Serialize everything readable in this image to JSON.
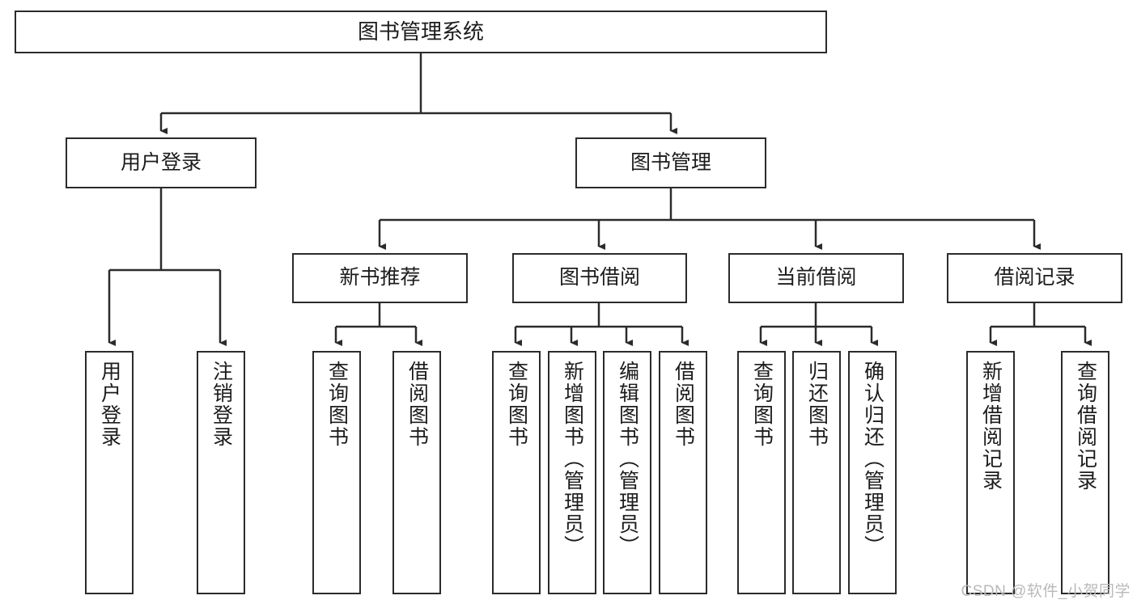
{
  "diagram": {
    "title": "图书管理系统",
    "type": "tree-hierarchy",
    "watermark": "CSDN @软件_小贺同学",
    "colors": {
      "background": "#ffffff",
      "node_border": "#2b2b2b",
      "node_fill": "#ffffff",
      "text": "#1c1c1c",
      "connector": "#2b2b2b",
      "watermark": "#b9b9b9"
    },
    "nodes": {
      "root": {
        "label": "图书管理系统"
      },
      "level2": [
        {
          "id": "user-login",
          "label": "用户登录"
        },
        {
          "id": "book-management",
          "label": "图书管理"
        }
      ],
      "level3": [
        {
          "id": "new-book-recommend",
          "label": "新书推荐"
        },
        {
          "id": "book-borrow",
          "label": "图书借阅"
        },
        {
          "id": "current-borrow",
          "label": "当前借阅"
        },
        {
          "id": "borrow-record",
          "label": "借阅记录"
        }
      ],
      "leaves": [
        {
          "id": "leaf-user-login",
          "label": "用户登录",
          "parent": "user-login"
        },
        {
          "id": "leaf-user-logout",
          "label": "注销登录",
          "parent": "user-login"
        },
        {
          "id": "leaf-query-book-1",
          "label": "查询图书",
          "parent": "new-book-recommend"
        },
        {
          "id": "leaf-borrow-book-1",
          "label": "借阅图书",
          "parent": "new-book-recommend"
        },
        {
          "id": "leaf-query-book-2",
          "label": "查询图书",
          "parent": "book-borrow"
        },
        {
          "id": "leaf-add-book",
          "label": "新增图书（管理员）",
          "parent": "book-borrow"
        },
        {
          "id": "leaf-edit-book",
          "label": "编辑图书（管理员）",
          "parent": "book-borrow"
        },
        {
          "id": "leaf-borrow-book-2",
          "label": "借阅图书",
          "parent": "book-borrow"
        },
        {
          "id": "leaf-query-book-3",
          "label": "查询图书",
          "parent": "current-borrow"
        },
        {
          "id": "leaf-return-book",
          "label": "归还图书",
          "parent": "current-borrow"
        },
        {
          "id": "leaf-confirm-return",
          "label": "确认归还（管理员）",
          "parent": "current-borrow"
        },
        {
          "id": "leaf-add-record",
          "label": "新增借阅记录",
          "parent": "borrow-record"
        },
        {
          "id": "leaf-query-record",
          "label": "查询借阅记录",
          "parent": "borrow-record"
        }
      ]
    }
  }
}
